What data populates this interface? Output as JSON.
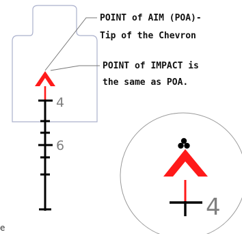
{
  "callouts": {
    "poa_line1": "POINT of AIM (POA)-",
    "poa_line2": "Tip of the Chevron",
    "poi_line1": "POINT of IMPACT is",
    "poi_line2": "the same as POA."
  },
  "reticle": {
    "label_4": "4",
    "label_6": "6"
  },
  "zoom": {
    "label_4": "4"
  },
  "corner_text": "e",
  "colors": {
    "chevron": "#ff1a1a",
    "target_outline": "#aab0cc",
    "reticle": "#000000",
    "leader_line": "#777777",
    "number": "#7f7f7f"
  }
}
